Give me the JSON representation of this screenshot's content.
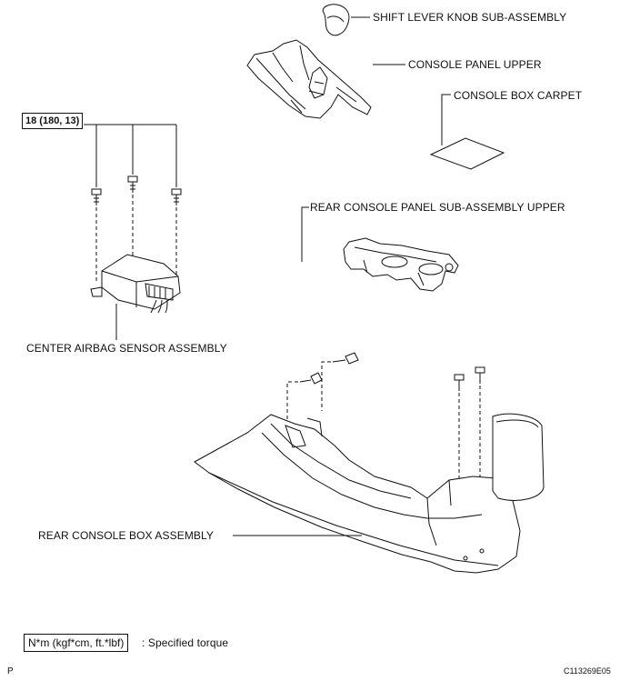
{
  "labels": {
    "shift_knob": "SHIFT LEVER KNOB SUB-ASSEMBLY",
    "panel_upper": "CONSOLE PANEL UPPER",
    "box_carpet": "CONSOLE BOX CARPET",
    "rear_panel_upper": "REAR CONSOLE PANEL SUB-ASSEMBLY UPPER",
    "airbag_sensor": "CENTER AIRBAG SENSOR ASSEMBLY",
    "rear_box": "REAR CONSOLE BOX ASSEMBLY"
  },
  "torque_spec": "18 (180, 13)",
  "legend": {
    "unit_box": "N*m (kgf*cm, ft.*lbf)",
    "text": ": Specified torque"
  },
  "corner_letter": "P",
  "figure_code": "C113269E05"
}
